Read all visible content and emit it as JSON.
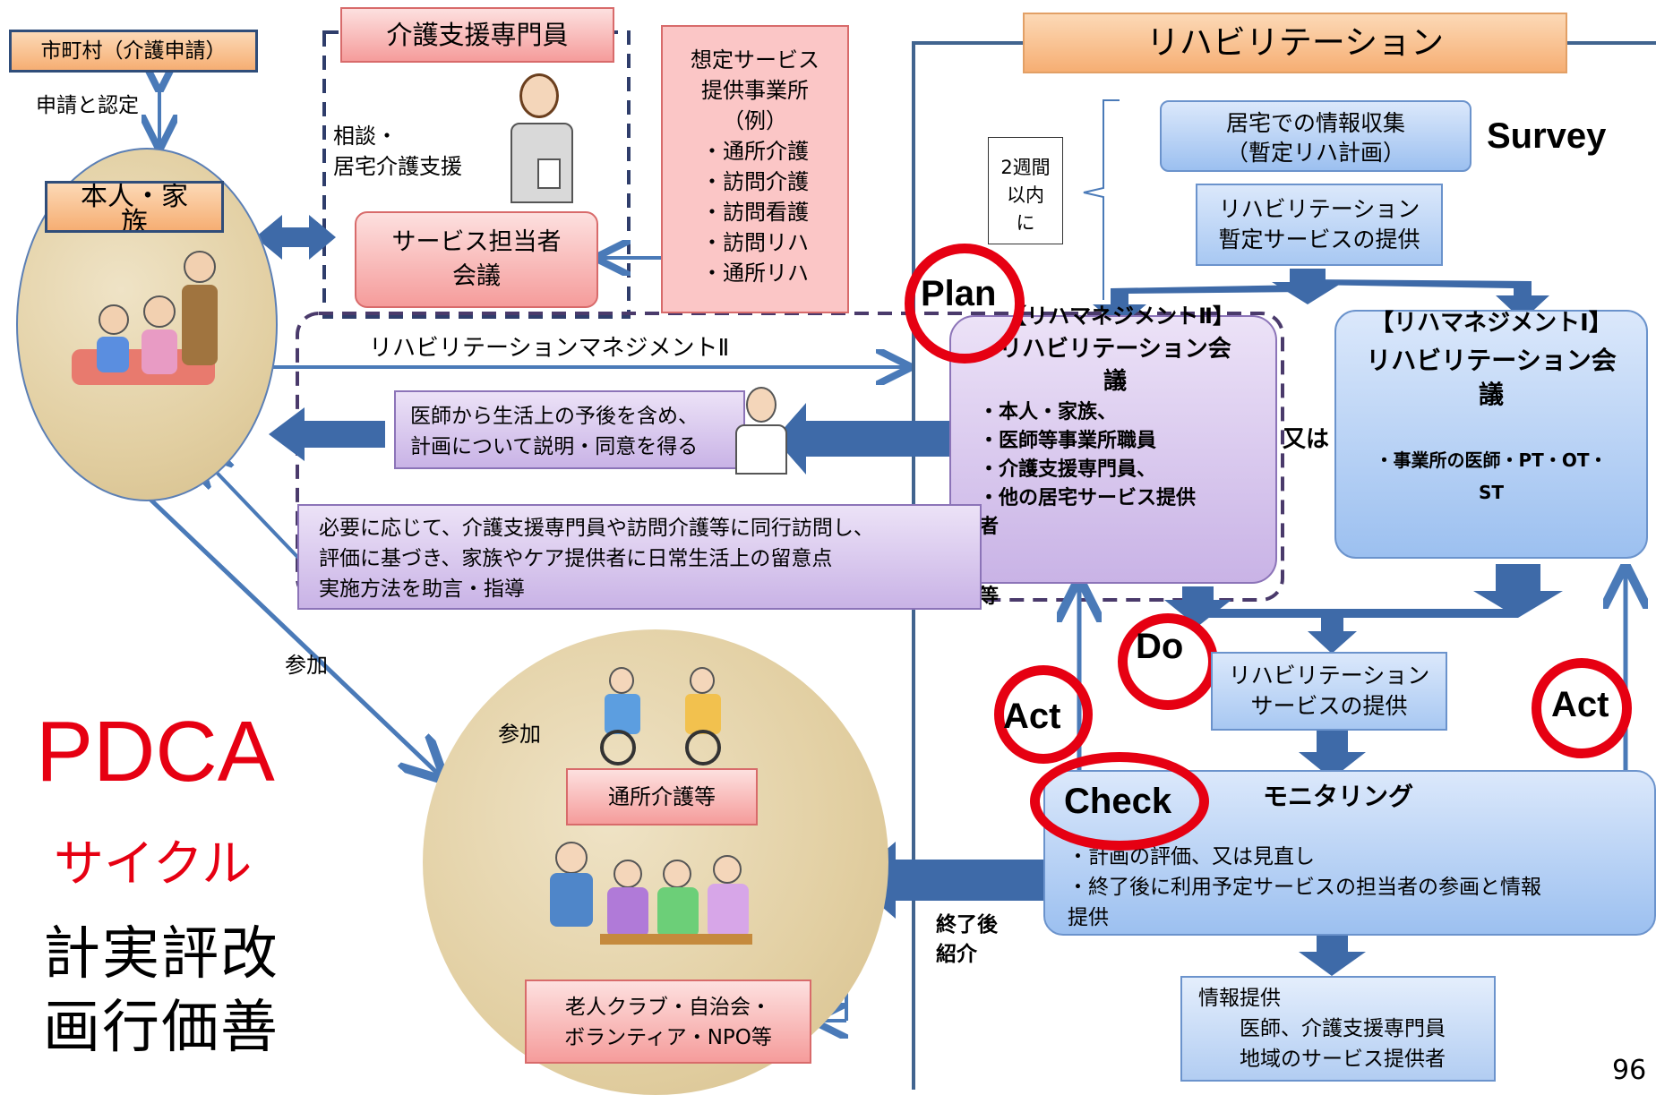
{
  "municipality": {
    "label": "市町村（介護申請）",
    "apply_label": "申請と認定"
  },
  "care_manager": {
    "title": "介護支援専門員",
    "consult": "相談・\n居宅介護支援",
    "meeting": "サービス担当者\n会議"
  },
  "assumed_services": {
    "text": "想定サービス\n提供事業所\n（例）\n・通所介護\n・訪問介護\n・訪問看護\n・訪問リハ\n・通所リハ"
  },
  "person_family": {
    "label": "本人・家\n族"
  },
  "rehab": {
    "title": "リハビリテーション"
  },
  "survey": {
    "label": "Survey",
    "home_info": "居宅での情報収集\n（暫定リハ計画）",
    "provisional": "リハビリテーション\n暫定サービスの提供",
    "two_weeks": "2週間\n以内\nに"
  },
  "plan": {
    "label": "Plan"
  },
  "rm2": {
    "text": "【リハマネジメントⅡ】\nリハビリテーション会議\n・本人・家族、\n・医師等事業所職員\n・介護支援専門員、\n・他の居宅サービス提供者\n\n等",
    "header": "【リハマネジメントⅡ】",
    "meeting": "リハビリテーション会\n議",
    "items": "・本人・家族、\n・医師等事業所職員\n・介護支援専門員、\n・他の居宅サービス提供\n者",
    "etc": "等"
  },
  "or_label": "又は",
  "rm1": {
    "header": "【リハマネジメントⅠ】",
    "meeting": "リハビリテーション会\n議",
    "items": "・事業所の医師・PT・OT・\nST"
  },
  "rm2_arrow_label": "リハビリテーションマネジメントⅡ",
  "doctor_explain": "医師から生活上の予後を含め、\n計画について説明・同意を得る",
  "visit_advice": "必要に応じて、介護支援専門員や訪問介護等に同行訪問し、\n評価に基づき、家族やケア提供者に日常生活上の留意点\n実施方法を助言・指導",
  "participation": {
    "label1": "参加",
    "label2": "参加"
  },
  "do_label": "Do",
  "act_left": "Act",
  "act_right": "Act",
  "rehab_service": "リハビリテーション\nサービスの提供",
  "check": {
    "label": "Check",
    "monitoring": "モニタリング",
    "items": "・計画の評価、又は見直し\n・終了後に利用予定サービスの担当者の参画と情報\n提供"
  },
  "after_end": "終了後\n紹介",
  "info_provision": "情報提供\n　　医師、介護支援専門員\n　　地域のサービス提供者",
  "day_care": "通所介護等",
  "clubs": "老人クラブ・自治会・\nボランティア・NPO等",
  "pdca": {
    "title": "PDCA",
    "cycle": "サイクル",
    "kanji": "計実評改\n画行価善"
  },
  "page_number": "96",
  "colors": {
    "red": "#e60012",
    "arrow": "#4a7ab8"
  }
}
